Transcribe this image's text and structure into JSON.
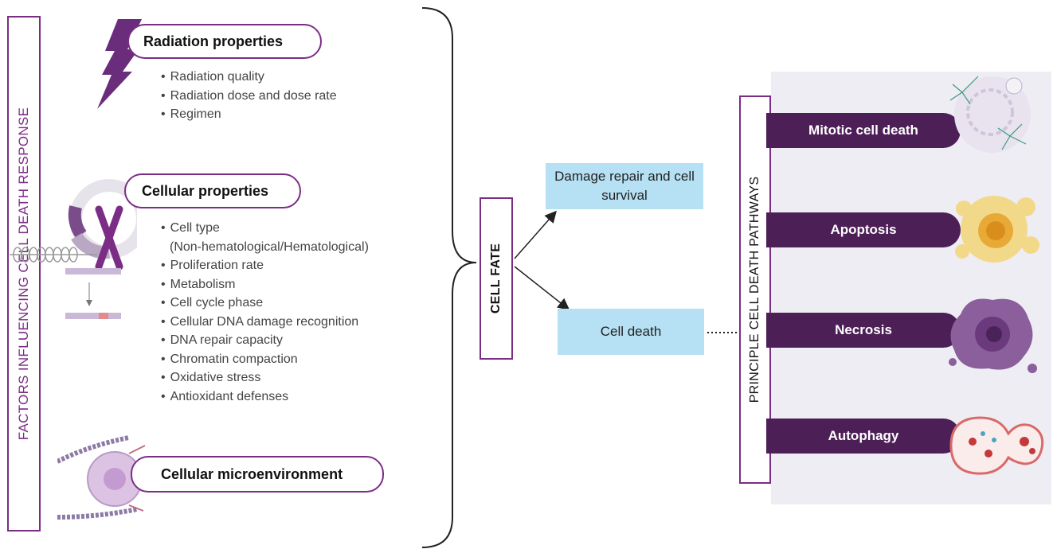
{
  "left_frame": {
    "label": "FACTORS INFLUENCING CELL DEATH RESPONSE"
  },
  "radiation": {
    "title": "Radiation properties",
    "items": [
      "Radiation quality",
      "Radiation dose and dose rate",
      "Regimen"
    ]
  },
  "cellular": {
    "title": "Cellular properties",
    "items": [
      "Cell type",
      "(Non-hematological/Hematological)",
      "Proliferation rate",
      "Metabolism",
      "Cell cycle phase",
      "Cellular DNA damage recognition",
      "DNA repair capacity",
      "Chromatin compaction",
      "Oxidative stress",
      "Antioxidant defenses"
    ]
  },
  "microenvironment": {
    "title": "Cellular microenvironment"
  },
  "cell_fate": {
    "label": "CELL FATE"
  },
  "outcomes": {
    "repair": "Damage repair and cell survival",
    "death": "Cell death"
  },
  "pathways_frame": {
    "label": "PRINCIPLE CELL DEATH PATHWAYS"
  },
  "pathways": [
    "Mitotic cell death",
    "Apoptosis",
    "Necrosis",
    "Autophagy"
  ],
  "colors": {
    "accent": "#7b2d86",
    "pathway": "#4d1f57",
    "outcome_box": "#b6e0f3",
    "panel": "#efedf4"
  }
}
